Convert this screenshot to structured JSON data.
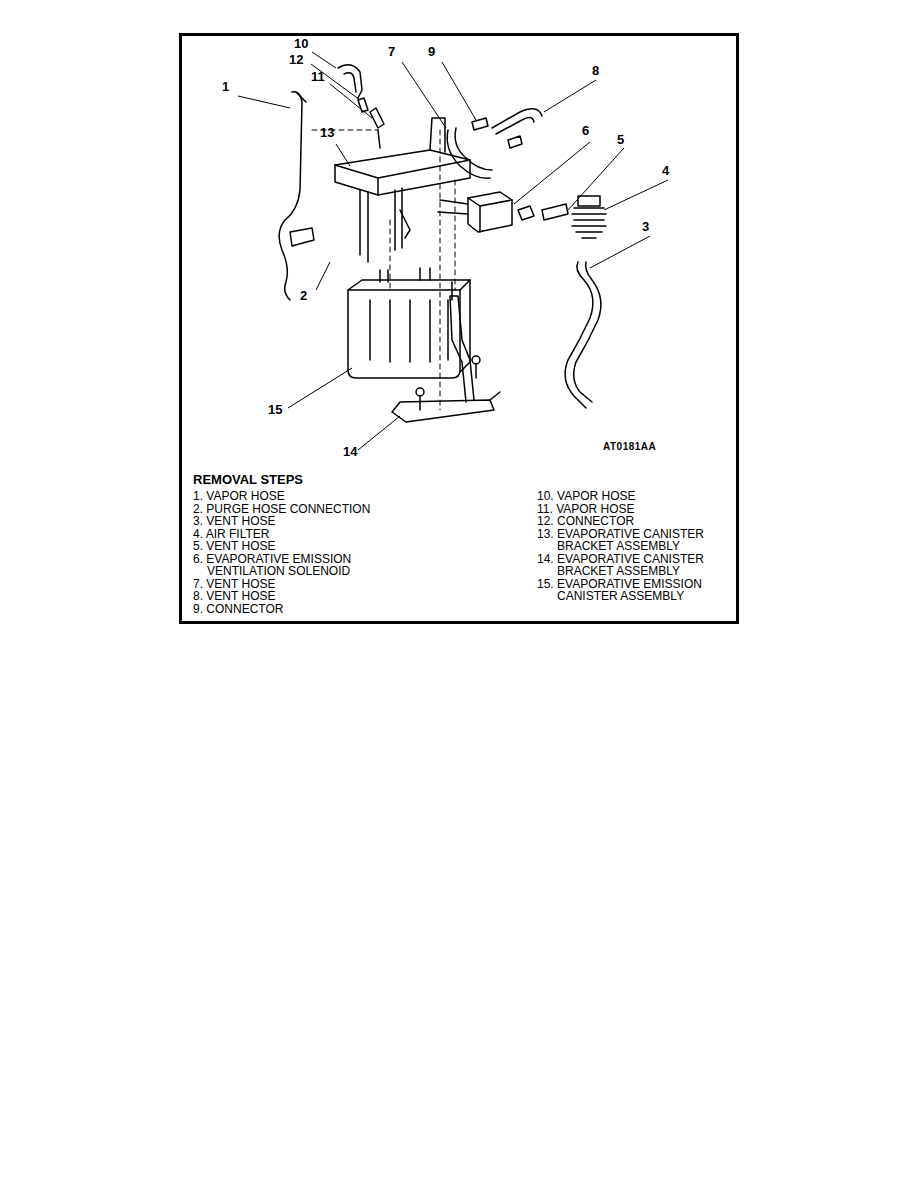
{
  "diagram": {
    "labels": [
      "10",
      "12",
      "11",
      "1",
      "7",
      "9",
      "8",
      "6",
      "5",
      "4",
      "3",
      "13",
      "2",
      "15",
      "14",
      "AT0181AA",
      "REMOVAL STEPS",
      "1. VAPOR HOSE",
      "2. PURGE HOSE CONNECTION",
      "3. VENT HOSE",
      "4. AIR FILTER",
      "5. VENT HOSE",
      "6. EVAPORATIVE EMISSION VENTILATION SOLENOID",
      "7. VENT HOSE",
      "8. VENT HOSE",
      "9. CONNECTOR",
      "10. VAPOR HOSE",
      "11. VAPOR HOSE",
      "12. CONNECTOR",
      "13. EVAPORATIVE CANISTER BRACKET ASSEMBLY",
      "14. EVAPORATIVE CANISTER BRACKET ASSEMBLY",
      "15. EVAPORATIVE EMISSION CANISTER ASSEMBLY"
    ]
  }
}
